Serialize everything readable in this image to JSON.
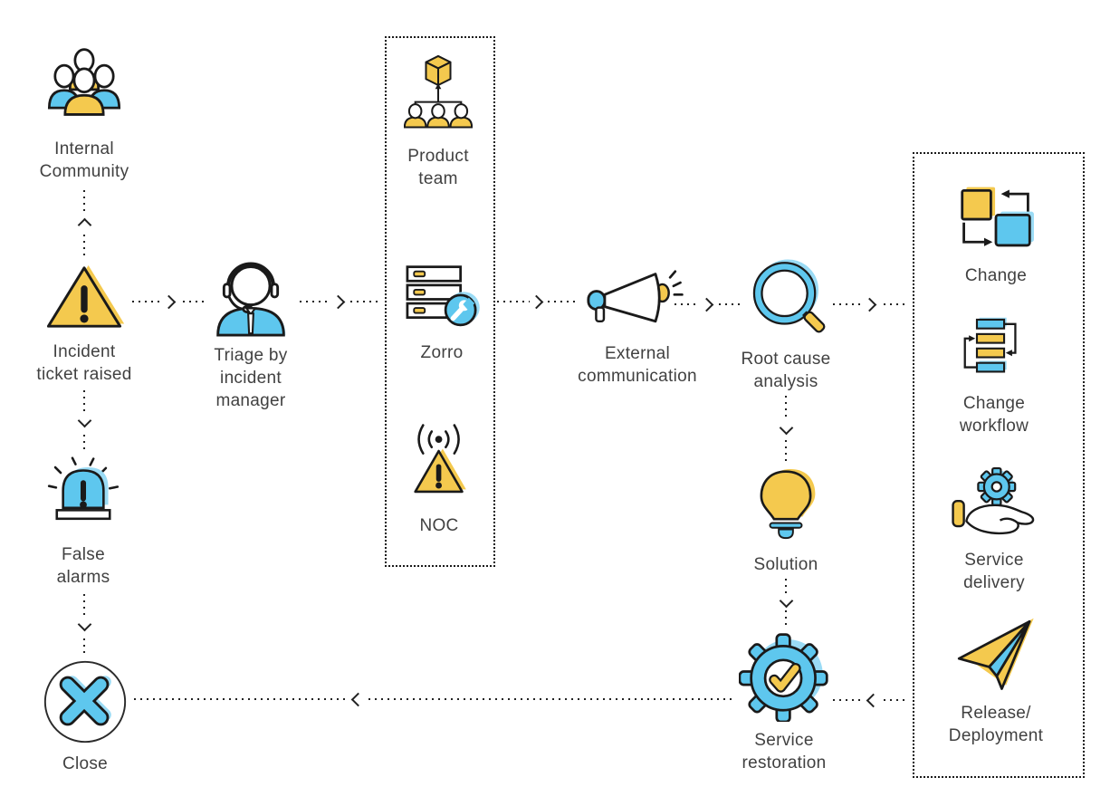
{
  "diagram": {
    "background": "#FFFFFF",
    "colors": {
      "yellow": "#F4C94E",
      "blue": "#5EC7EE",
      "shadow_blue": "#9ADBF5",
      "outline": "#1A1A1A",
      "label_text": "#414141"
    },
    "nodes": {
      "internalCommunity": {
        "label": "Internal\nCommunity",
        "icon": "people-group-icon"
      },
      "incidentTicket": {
        "label": "Incident\nticket raised",
        "icon": "warning-triangle-icon"
      },
      "falseAlarms": {
        "label": "False\nalarms",
        "icon": "alarm-siren-icon"
      },
      "close": {
        "label": "Close",
        "icon": "close-circle-icon"
      },
      "triage": {
        "label": "Triage by\nincident\nmanager",
        "icon": "support-agent-icon"
      },
      "productTeam": {
        "label": "Product\nteam",
        "icon": "product-team-icon"
      },
      "zorro": {
        "label": "Zorro",
        "icon": "server-wrench-icon"
      },
      "noc": {
        "label": "NOC",
        "icon": "signal-alert-icon"
      },
      "externalCommunication": {
        "label": "External\ncommunication",
        "icon": "megaphone-icon"
      },
      "rootCauseAnalysis": {
        "label": "Root cause\nanalysis",
        "icon": "magnifier-icon"
      },
      "solution": {
        "label": "Solution",
        "icon": "lightbulb-icon"
      },
      "serviceRestoration": {
        "label": "Service\nrestoration",
        "icon": "gear-check-icon"
      },
      "change": {
        "label": "Change",
        "icon": "swap-squares-icon"
      },
      "changeWorkflow": {
        "label": "Change\nworkflow",
        "icon": "workflow-bars-icon"
      },
      "serviceDelivery": {
        "label": "Service\ndelivery",
        "icon": "hand-gear-icon"
      },
      "releaseDeployment": {
        "label": "Release/\nDeployment",
        "icon": "paper-plane-icon"
      }
    },
    "groups": [
      {
        "members": [
          "Product team",
          "Zorro",
          "NOC"
        ]
      },
      {
        "members": [
          "Change",
          "Change workflow",
          "Service delivery",
          "Release/Deployment"
        ]
      }
    ],
    "edges": [
      {
        "from": "incidentTicket",
        "to": "internalCommunity",
        "direction": "up"
      },
      {
        "from": "incidentTicket",
        "to": "triage",
        "direction": "right"
      },
      {
        "from": "incidentTicket",
        "to": "falseAlarms",
        "direction": "down"
      },
      {
        "from": "falseAlarms",
        "to": "close",
        "direction": "down"
      },
      {
        "from": "triage",
        "to": "escalation-group",
        "direction": "right"
      },
      {
        "from": "escalation-group",
        "to": "externalCommunication",
        "direction": "right"
      },
      {
        "from": "externalCommunication",
        "to": "rootCauseAnalysis",
        "direction": "right"
      },
      {
        "from": "rootCauseAnalysis",
        "to": "change-group",
        "direction": "right"
      },
      {
        "from": "rootCauseAnalysis",
        "to": "solution",
        "direction": "down"
      },
      {
        "from": "solution",
        "to": "serviceRestoration",
        "direction": "down"
      },
      {
        "from": "change-group",
        "to": "serviceRestoration",
        "direction": "left"
      },
      {
        "from": "serviceRestoration",
        "to": "close",
        "direction": "left"
      }
    ]
  }
}
